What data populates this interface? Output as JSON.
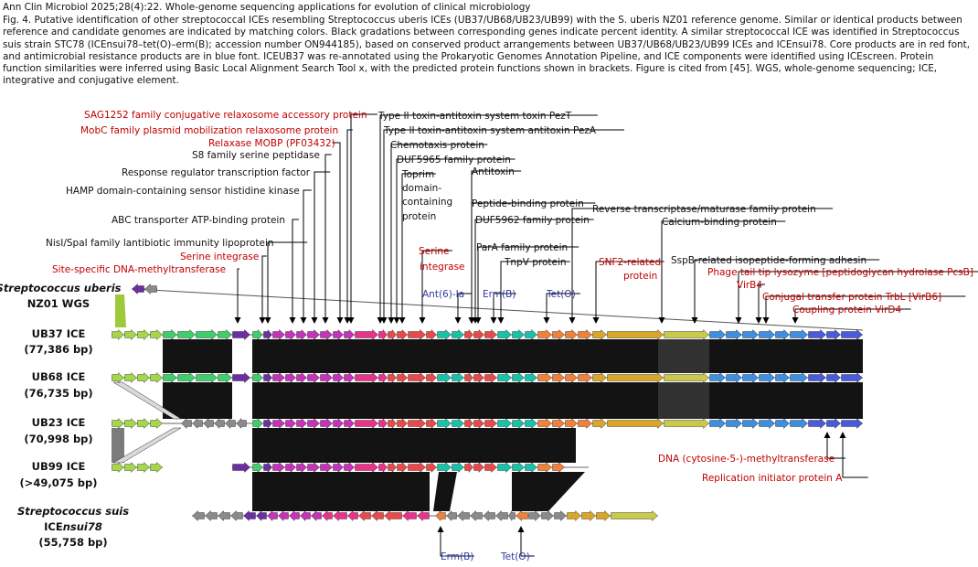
{
  "header": {
    "journal": "Ann Clin Microbiol 2025;28(4):22. Whole-genome sequencing applications for evolution of clinical microbiology",
    "caption": "Fig. 4. Putative identification of other streptococcal ICEs resembling Streptococcus uberis ICEs (UB37/UB68/UB23/UB99) with the S. uberis NZ01 reference genome. Similar or identical products between reference and candidate genomes are indicated by matching colors. Black gradations between corresponding genes indicate percent identity. A similar streptococcal ICE was identified in Streptococcus suis strain STC78 (ICEnsui78–tet(O)–erm(B); accession number ON944185), based on conserved product arrangements between UB37/UB68/UB23/UB99 ICEs and ICEnsui78. Core products are in red font, and antimicrobial resistance products are in blue font. ICEUB37 was re-annotated using the Prokaryotic Genomes Annotation Pipeline, and ICE components were identified using ICEscreen. Protein function similarities were inferred using Basic Local Alignment Search Tool x, with the predicted protein functions shown in brackets. Figure is cited from [45]. WGS, whole-genome sequencing; ICE, integrative and conjugative element."
  },
  "genomes": [
    {
      "name": "Streptococcus uberis",
      "detail": "NZ01 WGS"
    },
    {
      "name": "UB37 ICE",
      "detail": "(77,386 bp)"
    },
    {
      "name": "UB68 ICE",
      "detail": "(76,735 bp)"
    },
    {
      "name": "UB23 ICE",
      "detail": "(70,998 bp)"
    },
    {
      "name": "UB99 ICE",
      "detail": "(>49,075 bp)"
    },
    {
      "name": "Streptococcus suis",
      "name2": "ICE",
      "name2_italic": "nsui78",
      "detail": "(55,758 bp)"
    }
  ],
  "labels": {
    "top": [
      {
        "text": "SAG1252 family conjugative relaxosome accessory protein",
        "kind": "core"
      },
      {
        "text": "MobC family plasmid mobilization relaxosome protein",
        "kind": "core"
      },
      {
        "text": "Relaxase MOBP (PF03432)",
        "kind": "core"
      },
      {
        "text": "S8 family serine peptidase",
        "kind": "plain"
      },
      {
        "text": "Response regulator transcription factor",
        "kind": "plain"
      },
      {
        "text": "HAMP domain-containing sensor histidine kinase",
        "kind": "plain"
      },
      {
        "text": "ABC transporter ATP-binding protein",
        "kind": "plain"
      },
      {
        "text": "NisI/SpaI family lantibiotic immunity lipoprotein",
        "kind": "plain"
      },
      {
        "text": "Serine integrase",
        "kind": "core"
      },
      {
        "text": "Site-specific DNA-methyltransferase",
        "kind": "core"
      },
      {
        "text": "Type II toxin-antitoxin system toxin PezT",
        "kind": "plain"
      },
      {
        "text": "Type II toxin-antitoxin system antitoxin PezA",
        "kind": "plain"
      },
      {
        "text": "Chemotaxis protein",
        "kind": "plain"
      },
      {
        "text": "DUF5965 family protein",
        "kind": "plain"
      },
      {
        "text": "Toprim",
        "kind": "plain"
      },
      {
        "text": "domain-",
        "kind": "plain"
      },
      {
        "text": "containing",
        "kind": "plain"
      },
      {
        "text": "protein",
        "kind": "plain"
      },
      {
        "text": "Antitoxin",
        "kind": "plain"
      },
      {
        "text": "Peptide-binding protein",
        "kind": "plain"
      },
      {
        "text": "DUF5962 family protein",
        "kind": "plain"
      },
      {
        "text": "ParA family protein",
        "kind": "plain"
      },
      {
        "text": "TnpV protein",
        "kind": "plain"
      },
      {
        "text": "Serine",
        "kind": "core"
      },
      {
        "text": "integrase",
        "kind": "core"
      },
      {
        "text": "Ant(6)-Ia",
        "kind": "amr"
      },
      {
        "text": "Erm(B)",
        "kind": "amr"
      },
      {
        "text": "Tet(O)",
        "kind": "amr"
      },
      {
        "text": "Reverse transcriptase/maturase family protein",
        "kind": "plain"
      },
      {
        "text": "Calcium-binding protein",
        "kind": "plain"
      },
      {
        "text": "SNF2-related",
        "kind": "core"
      },
      {
        "text": "protein",
        "kind": "core"
      },
      {
        "text": "SspB-related isopeptide-forming adhesin",
        "kind": "plain"
      },
      {
        "text": "Phage tail tip lysozyme [peptidoglycan hydrolase PcsB]",
        "kind": "core"
      },
      {
        "text": "VirB4",
        "kind": "core"
      },
      {
        "text": "Conjugal transfer protein TrbL [VirB6]",
        "kind": "core"
      },
      {
        "text": "Coupling protein VirD4",
        "kind": "core"
      }
    ],
    "bottom": [
      {
        "text": "DNA (cytosine-5-)-methyltransferase",
        "kind": "core"
      },
      {
        "text": "Replication initiator protein A",
        "kind": "core"
      },
      {
        "text": "Erm(B)",
        "kind": "amr"
      },
      {
        "text": "Tet(O)",
        "kind": "amr"
      }
    ]
  },
  "colors": {
    "core_text": "#c00000",
    "amr_text": "#2f3aa0",
    "identity_black": "#0b0b0b",
    "gene_palette": [
      "#a6d64a",
      "#3ecf6a",
      "#6a2fa0",
      "#c433b8",
      "#e8338a",
      "#e84a4a",
      "#19c2a6",
      "#f0803a",
      "#d9a62a",
      "#c9c94a",
      "#3f8ee0",
      "#4a5ad8",
      "#8a8a8a"
    ]
  }
}
